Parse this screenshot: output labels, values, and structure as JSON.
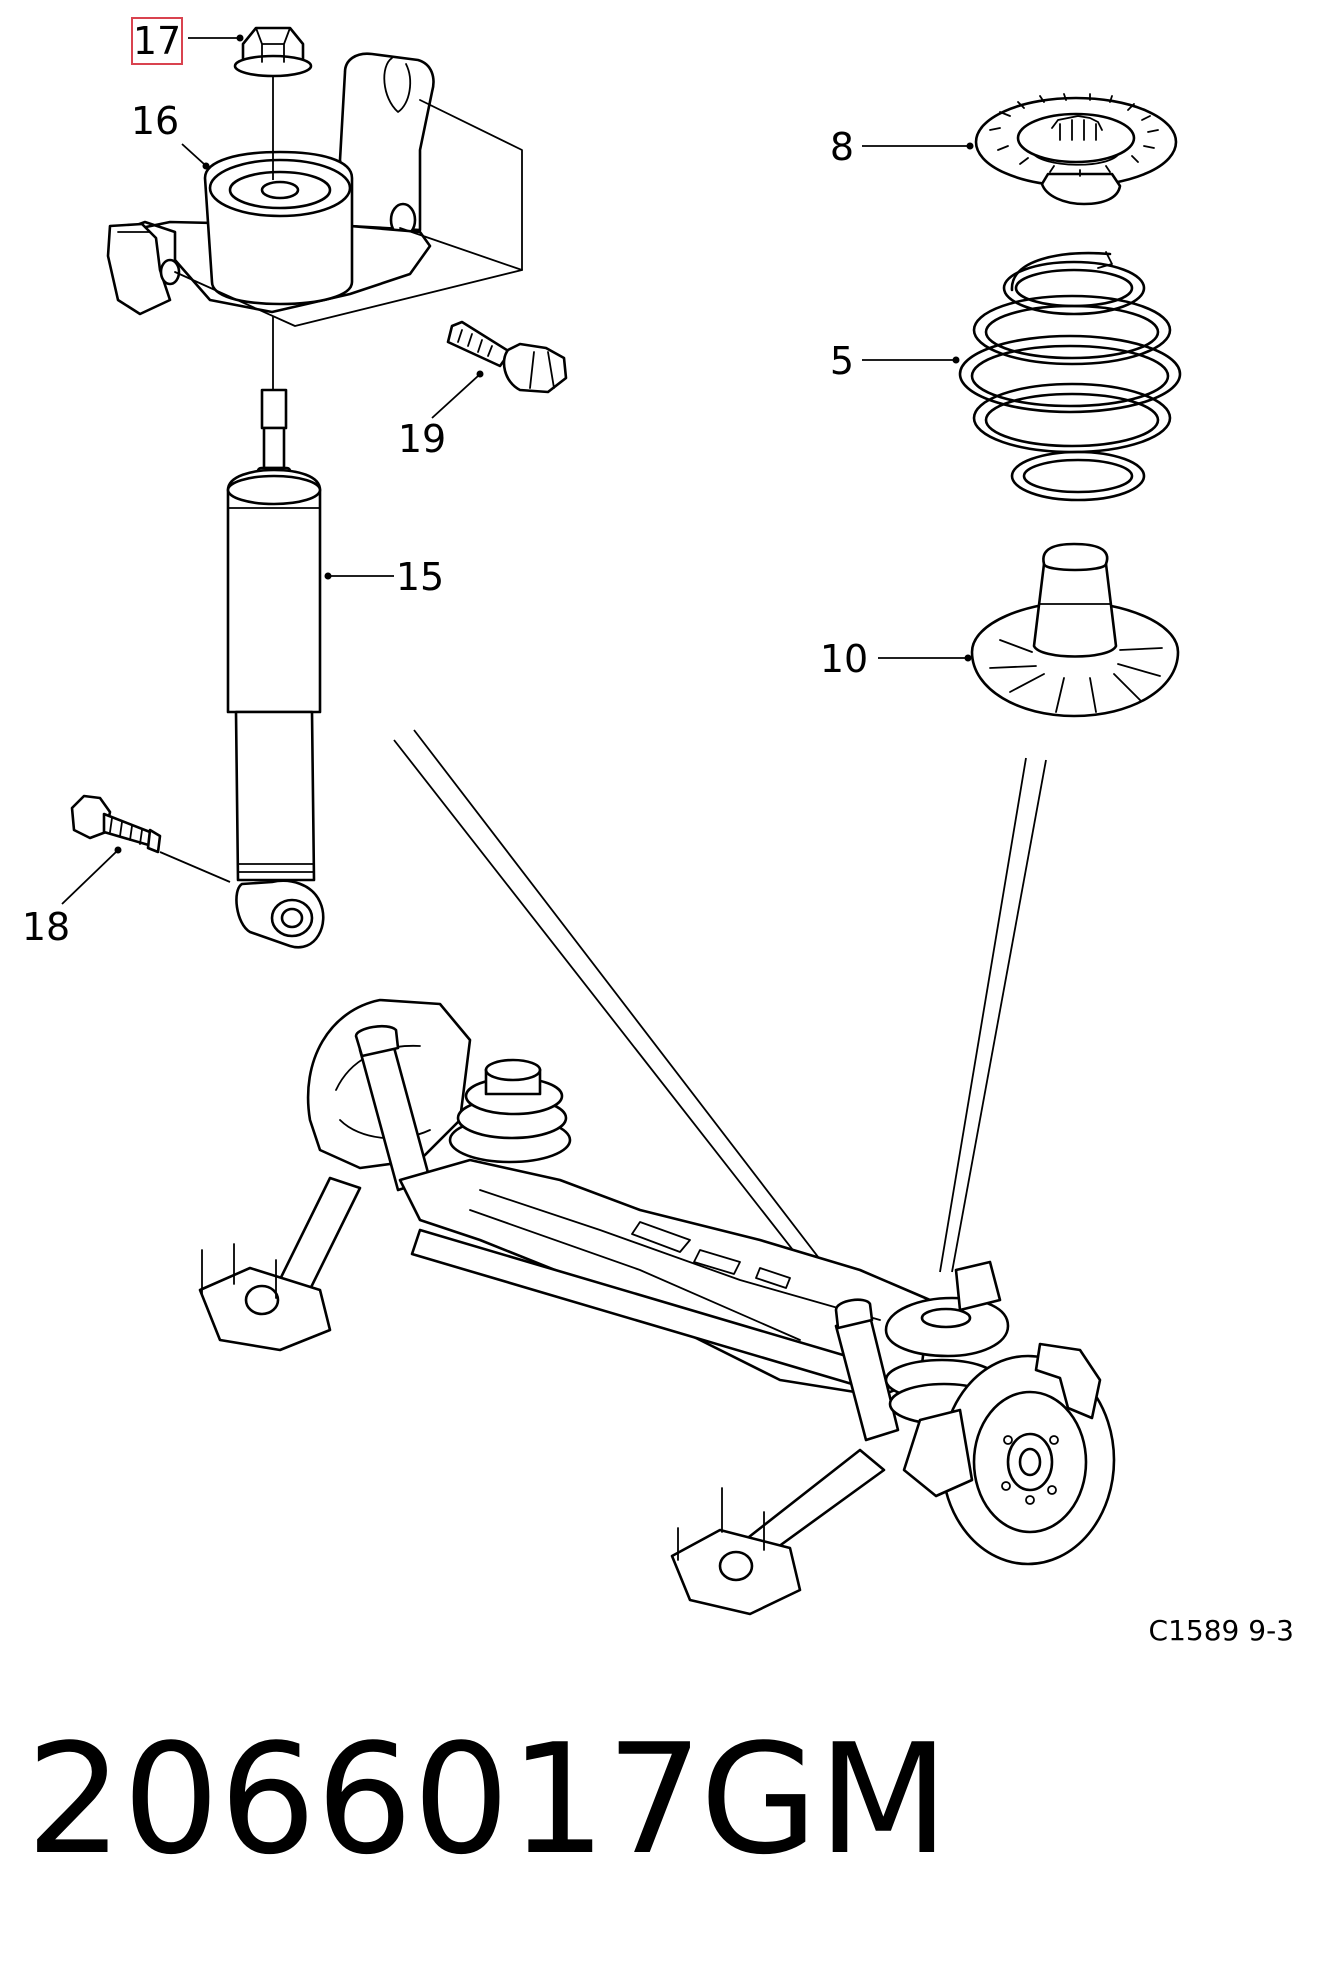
{
  "callouts": {
    "p17": "17",
    "p16": "16",
    "p19": "19",
    "p15": "15",
    "p18": "18",
    "p8": "8",
    "p5": "5",
    "p10": "10"
  },
  "highlight_color": "#d9434f",
  "diagram_code": "C1589 9-3",
  "part_number": "2066017",
  "brand": "GM"
}
